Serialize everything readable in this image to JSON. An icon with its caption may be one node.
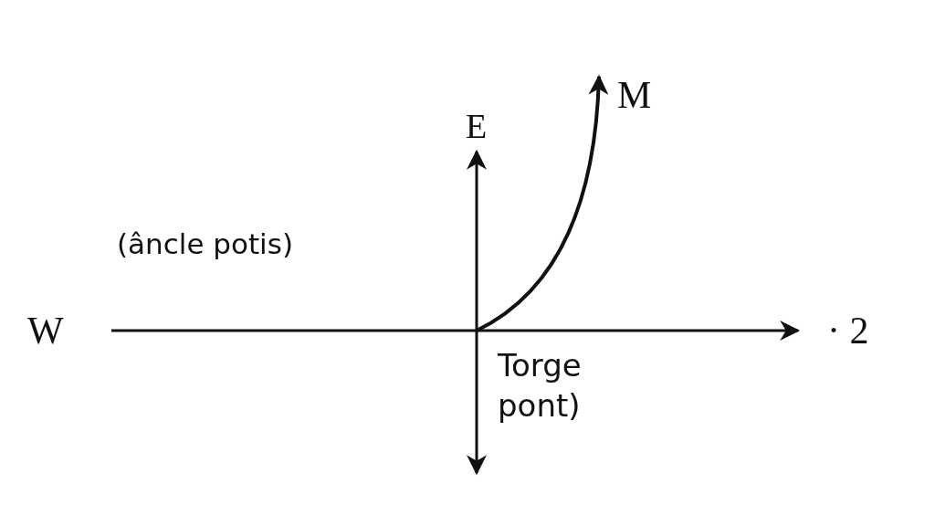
{
  "diagram": {
    "labels": [
      "M",
      "E",
      "(âncle potis)",
      "W",
      "· 2",
      "Torge pont)"
    ]
  }
}
